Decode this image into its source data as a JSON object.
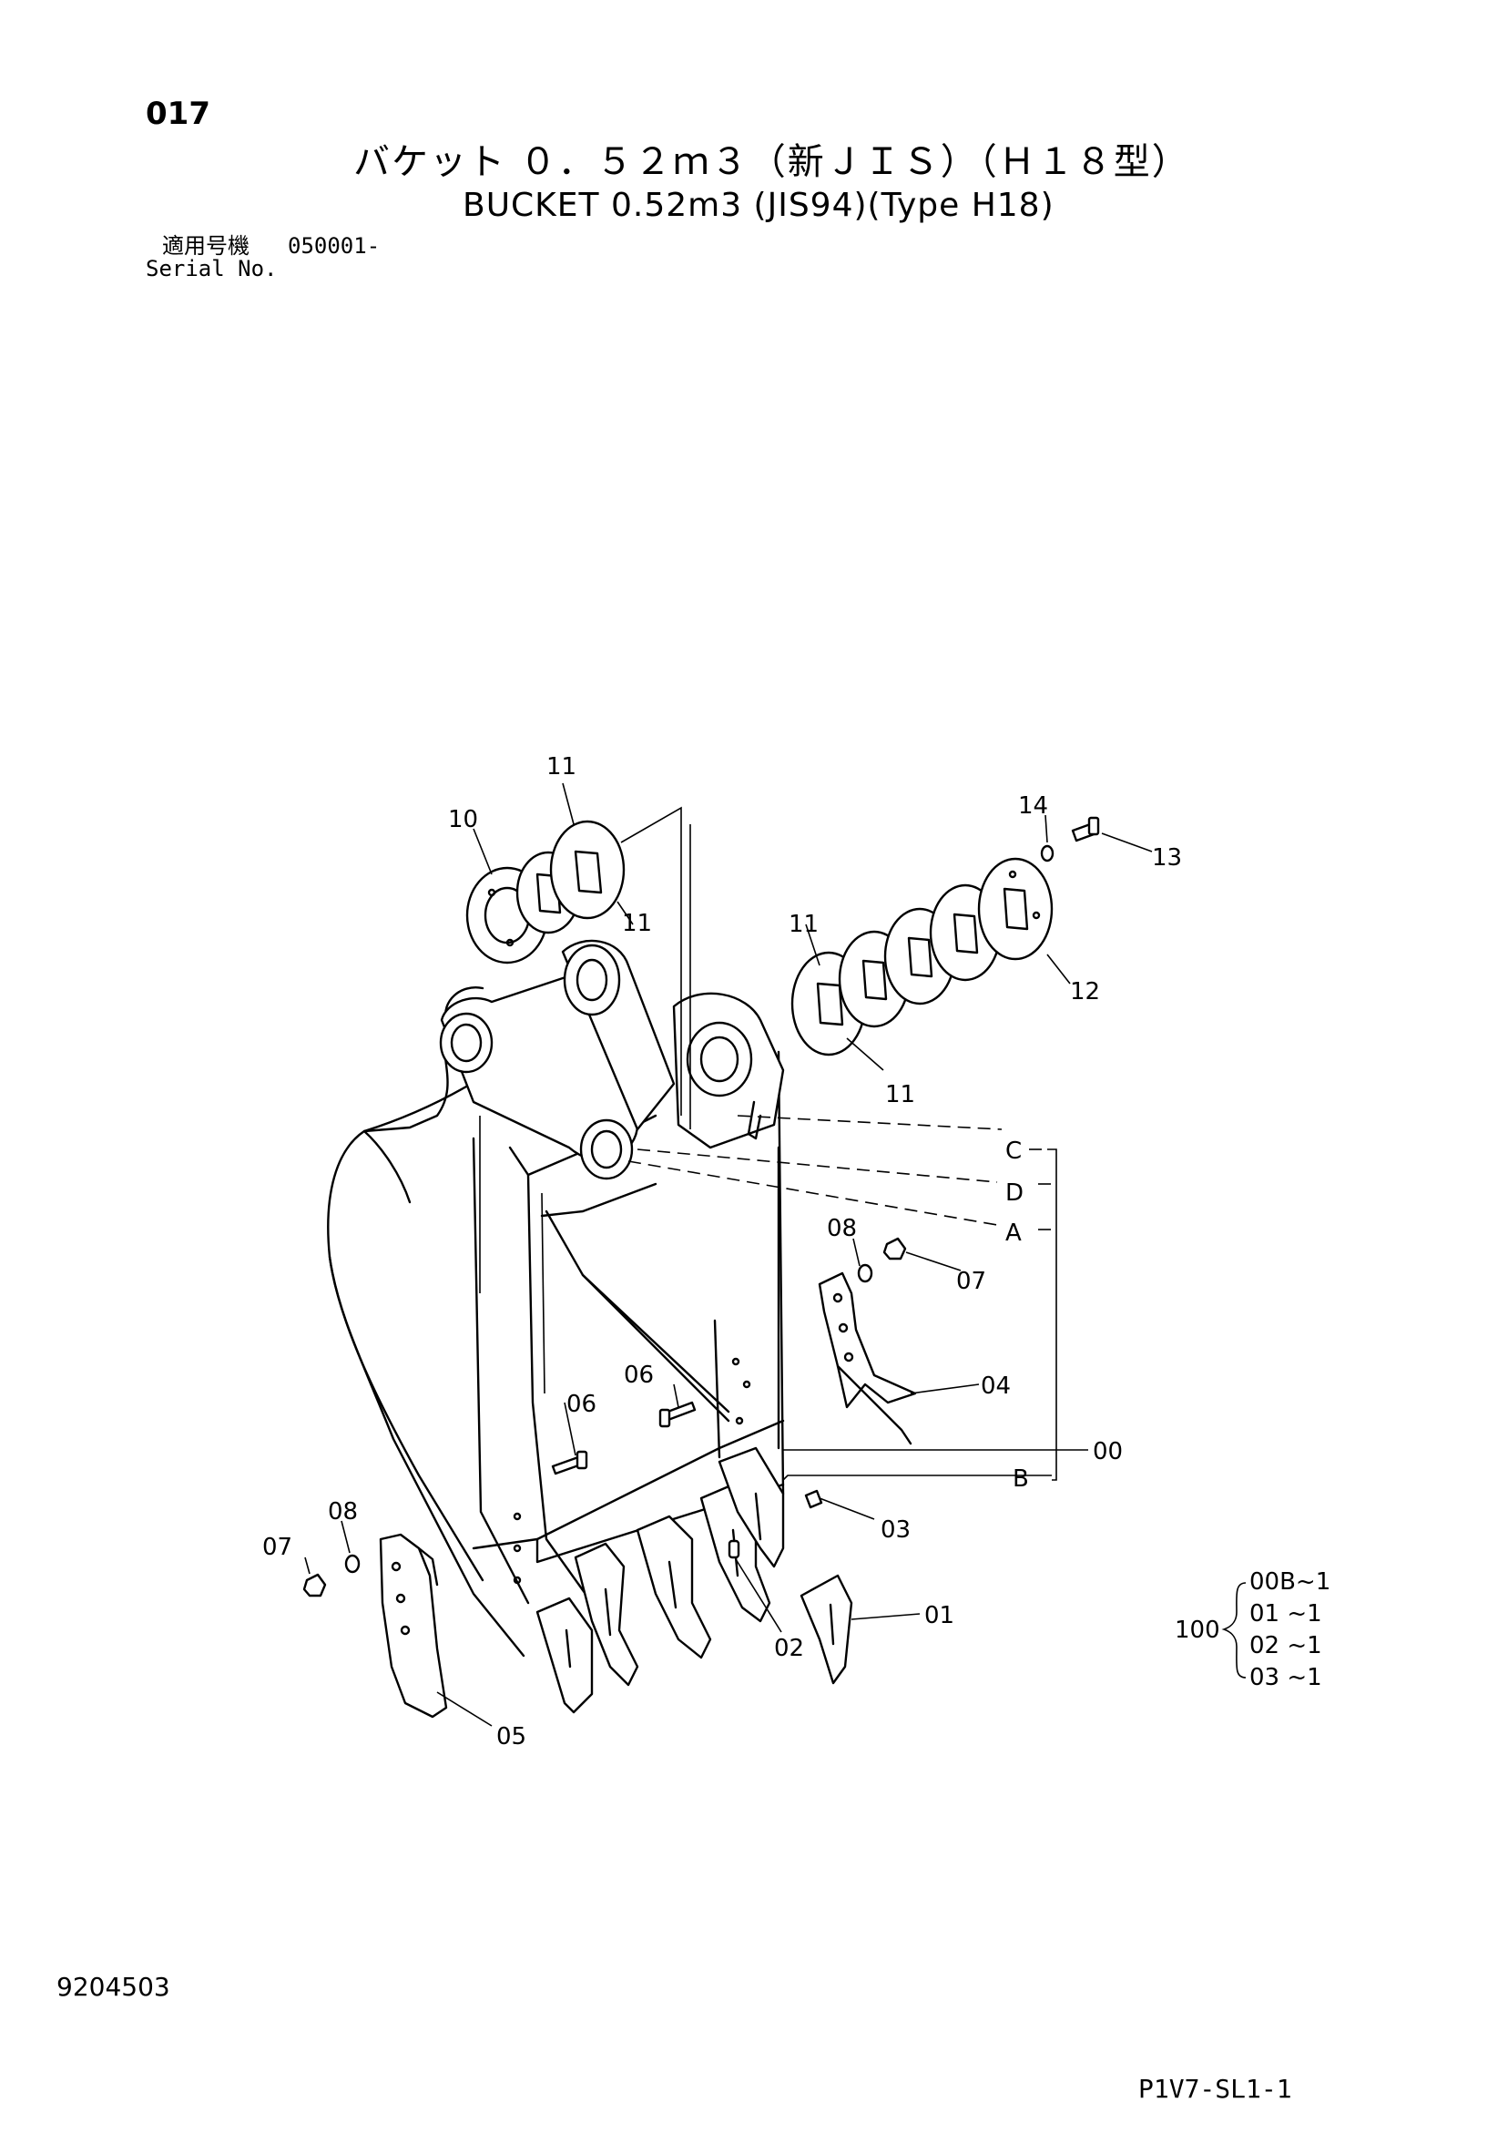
{
  "header": {
    "page_number": "017",
    "title_jp": "バケット ０．５２ｍ３（新ＪＩＳ）（Ｈ１８型）",
    "title_en": "BUCKET 0.52m3 (JIS94)(Type H18)",
    "serial_label_jp": "適用号機",
    "serial_value": "050001-",
    "serial_label_en": "Serial No."
  },
  "callouts": {
    "p00": "00",
    "p01": "01",
    "p02": "02",
    "p03": "03",
    "p04": "04",
    "p05": "05",
    "p06a": "06",
    "p06b": "06",
    "p07a": "07",
    "p07b": "07",
    "p08a": "08",
    "p08b": "08",
    "p10": "10",
    "p11a": "11",
    "p11b": "11",
    "p11c": "11",
    "p11d": "11",
    "p12": "12",
    "p13": "13",
    "p14": "14",
    "refA": "A",
    "refB": "B",
    "refC": "C",
    "refD": "D"
  },
  "assembly_kit": {
    "number": "100",
    "items": [
      "00B~1",
      "01  ~1",
      "02  ~1",
      "03  ~1"
    ]
  },
  "footer": {
    "document_number": "9204503",
    "sheet_code": "P1V7-SL1-1"
  }
}
